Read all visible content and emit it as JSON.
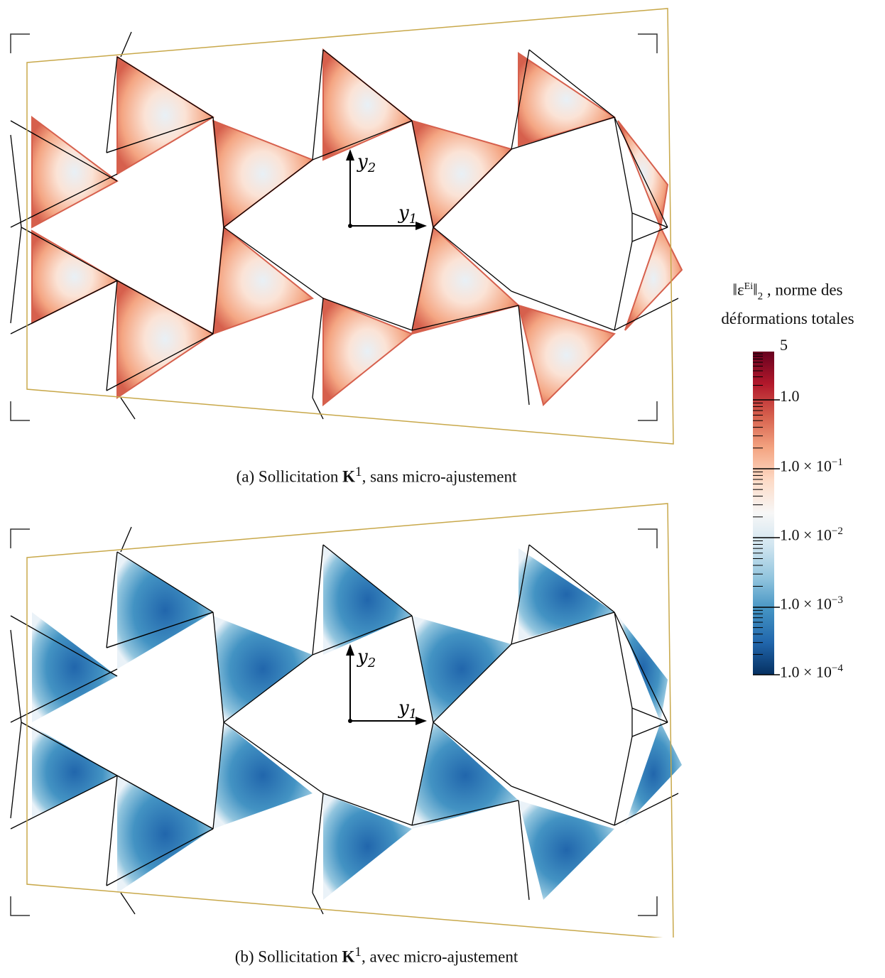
{
  "panels": [
    {
      "id": "a",
      "caption_prefix": "(a) Sollicitation ",
      "caption_bold": "K",
      "caption_sup": "1",
      "caption_suffix": ", sans micro-ajustement",
      "axis_y2": "y",
      "axis_y2_sub": "2",
      "axis_y1": "y",
      "axis_y1_sub": "1",
      "fill_scheme": "red"
    },
    {
      "id": "b",
      "caption_prefix": "(b) Sollicitation ",
      "caption_bold": "K",
      "caption_sup": "1",
      "caption_suffix": ", avec micro-ajustement",
      "axis_y2": "y",
      "axis_y2_sub": "2",
      "axis_y1": "y",
      "axis_y1_sub": "1",
      "fill_scheme": "blue"
    }
  ],
  "legend": {
    "title_line1": "‖ε",
    "title_sup": "Ei",
    "title_line1_rest": "‖",
    "title_sub": "2",
    "title_line1_tail": " , norme des",
    "title_line2": "déformations totales",
    "ticks": [
      {
        "label": "5",
        "exp": ""
      },
      {
        "label": "1.0",
        "exp": ""
      },
      {
        "label": "1.0 × 10",
        "exp": "−1"
      },
      {
        "label": "1.0 × 10",
        "exp": "−2"
      },
      {
        "label": "1.0 × 10",
        "exp": "−3"
      },
      {
        "label": "1.0 × 10",
        "exp": "−4"
      }
    ],
    "colors": [
      "#67001f",
      "#b2182b",
      "#d6604d",
      "#f4a582",
      "#fddbc7",
      "#f7f7f7",
      "#d1e5f0",
      "#92c5de",
      "#4393c3",
      "#2166ac",
      "#053061"
    ]
  },
  "colors": {
    "frame": "#c8a84a",
    "red_edge": "#d6604d",
    "red_center": "#fbe3d6",
    "blue_edge": "#f7f7f7",
    "blue_center": "#2166ac"
  }
}
